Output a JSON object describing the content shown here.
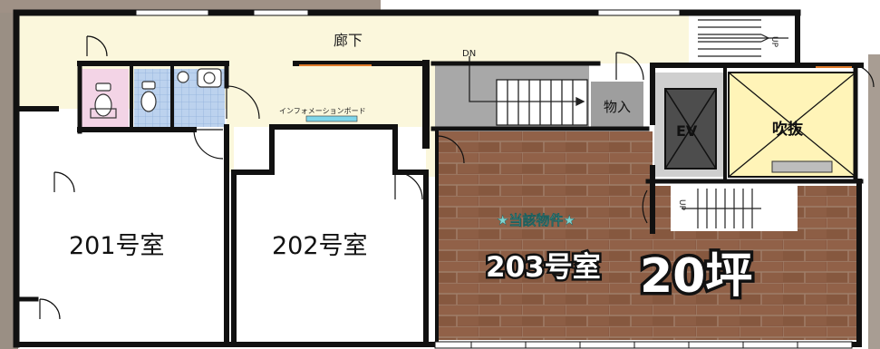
{
  "rooms": {
    "room201": "201号室",
    "room202": "202号室",
    "room203": "203号室",
    "area": "20坪",
    "featured": "★当該物件★"
  },
  "areas": {
    "corridor": "廊下",
    "storage": "物入",
    "elevator": "EV",
    "atrium": "吹抜"
  },
  "labels": {
    "info_board": "インフォメーションボード",
    "stair_dn_main": "DN",
    "stair_up_top": "UP",
    "stair_up_lower": "UP"
  },
  "colors": {
    "wall": "#111111",
    "corridor_floor": "#fbf7dc",
    "room_floor": "#ffffff",
    "feature_floor": "#8a5b44",
    "feature_text": "#2e7d7a",
    "toilet_pink": "#f3d4e6",
    "toilet_blue": "#bcd2ee",
    "atrium_fill": "#fff4b8",
    "elevator_fill": "#4d4d4d",
    "stair_gray": "#a8a8a8",
    "backdrop": "#9a8f84"
  }
}
